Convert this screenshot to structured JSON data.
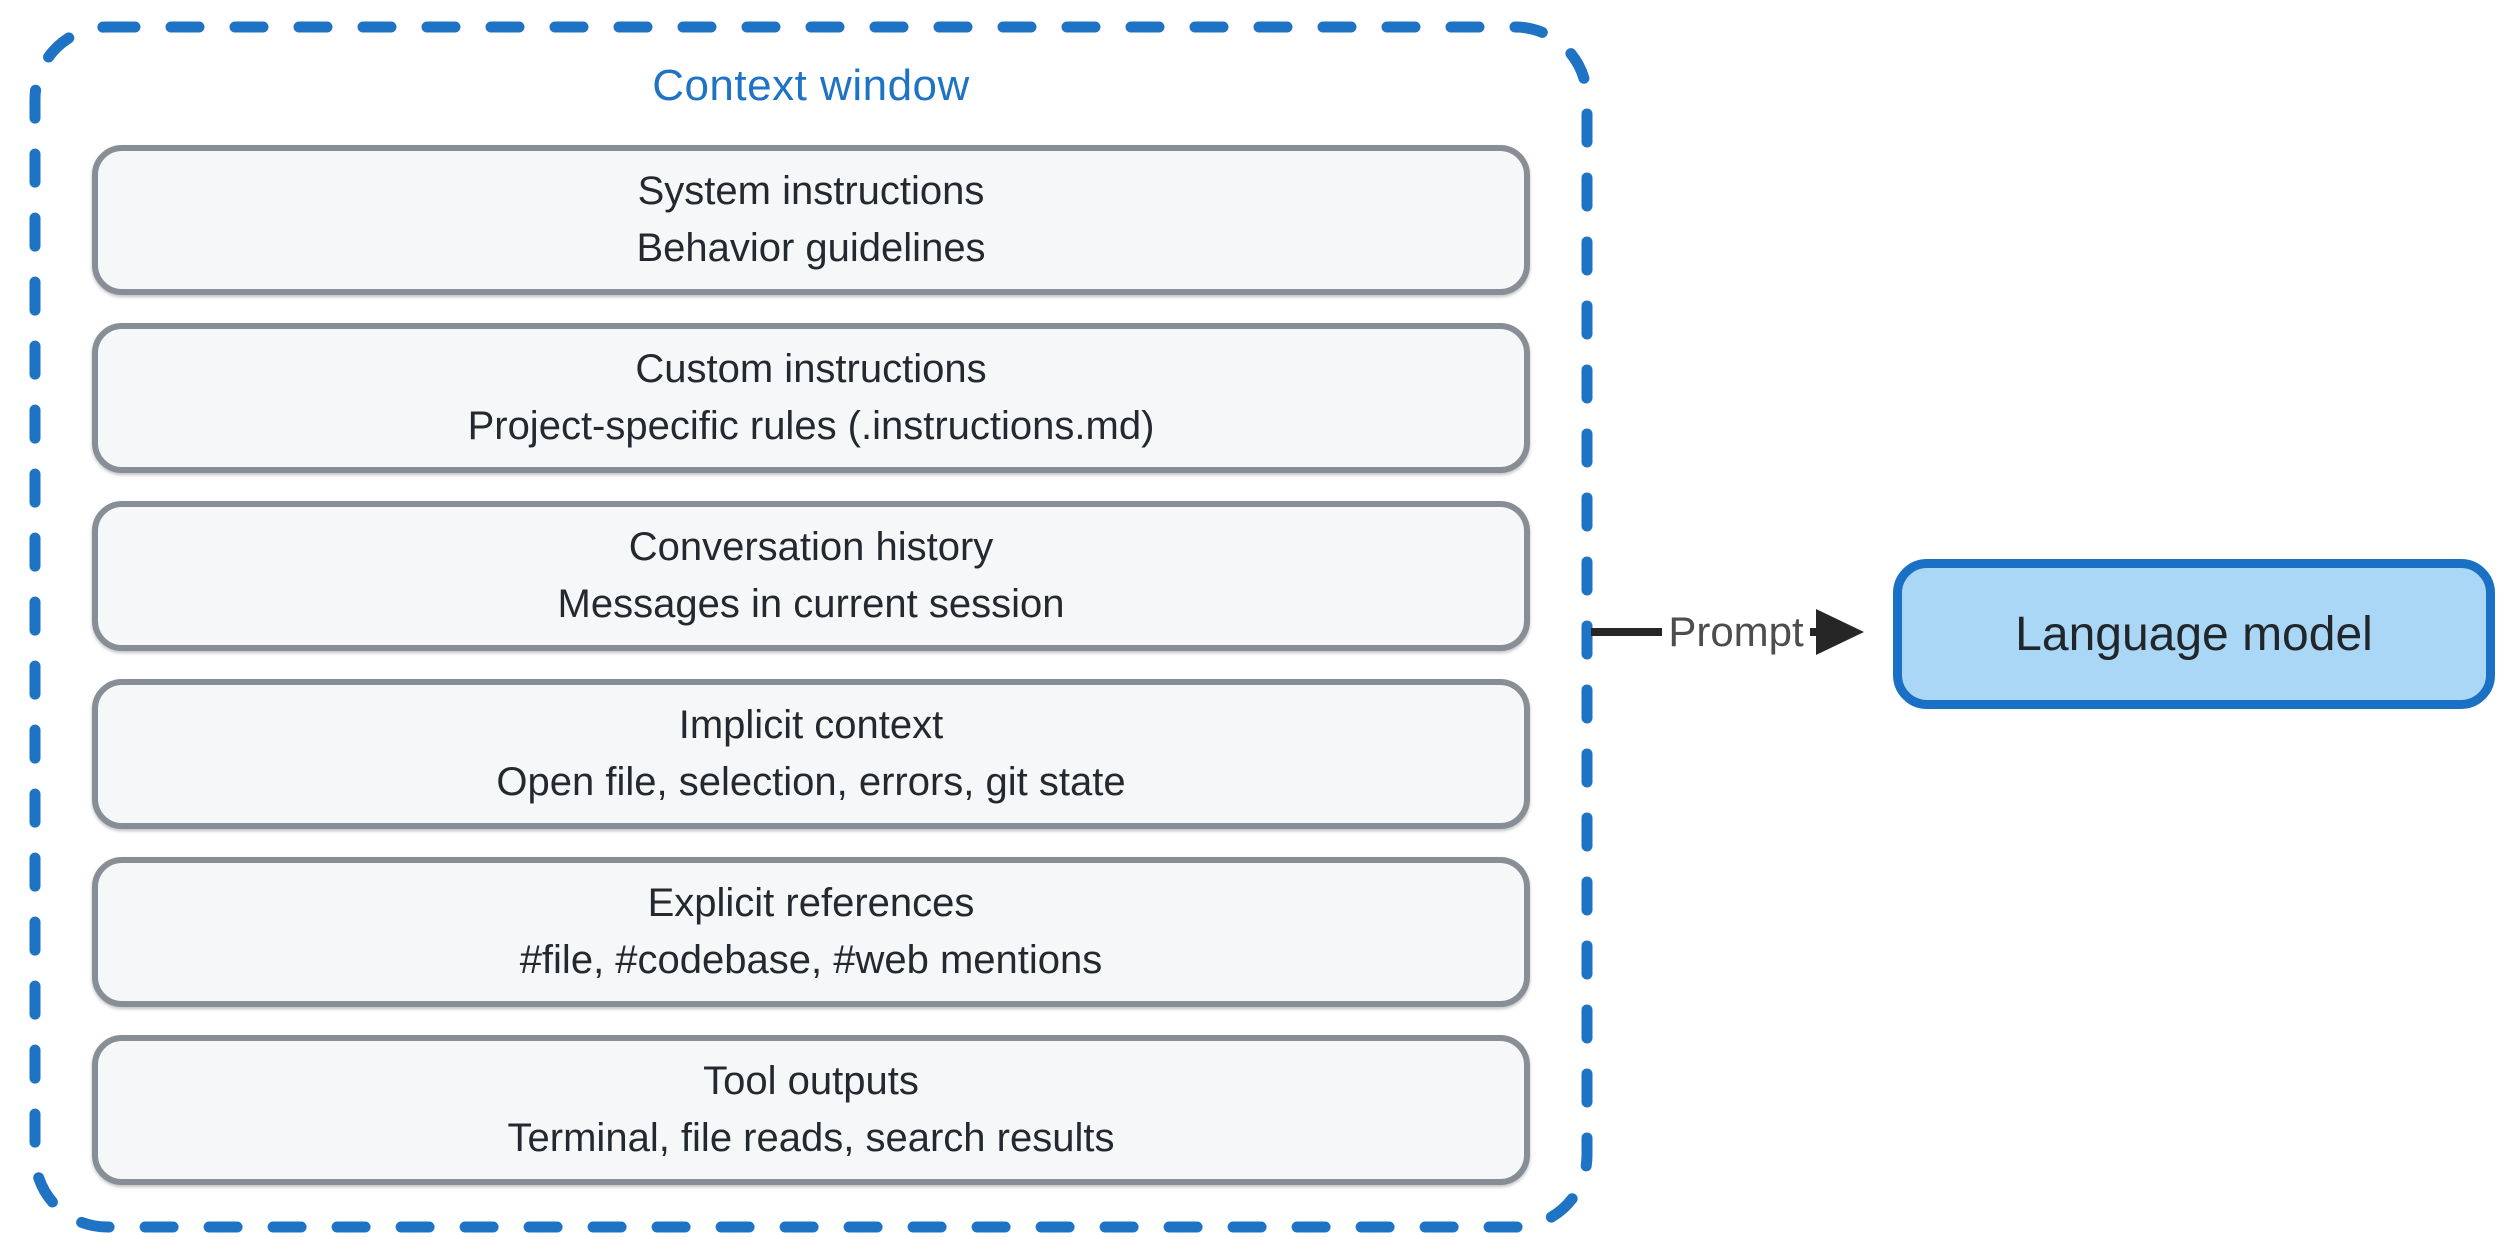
{
  "title": "Context window",
  "boxes": [
    {
      "title": "System instructions",
      "subtitle": "Behavior guidelines"
    },
    {
      "title": "Custom instructions",
      "subtitle": "Project-specific rules (.instructions.md)"
    },
    {
      "title": "Conversation history",
      "subtitle": "Messages in current session"
    },
    {
      "title": "Implicit context",
      "subtitle": "Open file, selection, errors, git state"
    },
    {
      "title": "Explicit references",
      "subtitle": "#file, #codebase, #web mentions"
    },
    {
      "title": "Tool outputs",
      "subtitle": "Terminal, file reads, search results"
    }
  ],
  "arrow_label": "Prompt",
  "model_label": "Language model",
  "colors": {
    "accent_blue": "#1e73c5",
    "box_fill": "#f6f7f9",
    "box_border": "#878e96",
    "model_fill": "#abd7f6",
    "model_border": "#1a70c4",
    "text_dark": "#24292f",
    "arrow_gray": "#4d4d4d",
    "arrow_black": "#262626"
  }
}
